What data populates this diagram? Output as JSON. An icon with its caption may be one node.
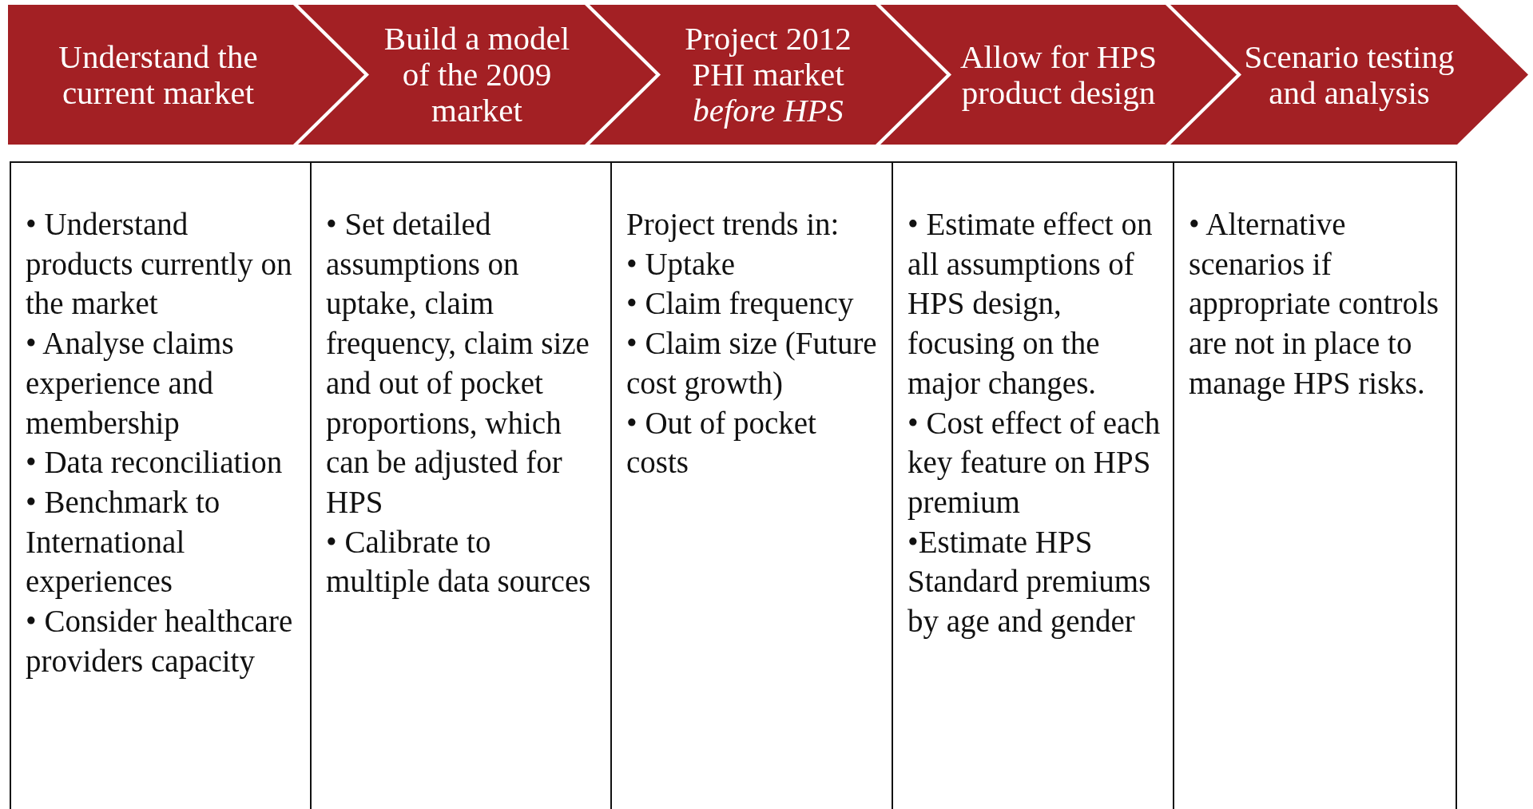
{
  "diagram": {
    "nodes": [
      {
        "text": [
          "Understand the current market"
        ]
      },
      {
        "text": [
          "Build a model of the 2009 market"
        ]
      },
      {
        "text": [
          "Project 2012 PHI market *before HPS*"
        ]
      },
      {
        "text": [
          "Allow for HPS product design"
        ]
      },
      {
        "text": [
          "Scenario testing and analysis"
        ]
      },
      {
        "text": [
          "• Understand products currently on the market",
          "• Analyse claims experience and membership",
          "• Data reconciliation",
          "• Benchmark to International experiences",
          "• Consider healthcare providers capacity"
        ]
      },
      {
        "text": [
          "• Set detailed assumptions on uptake, claim frequency, claim size and out of pocket proportions, which can be adjusted for HPS",
          "• Calibrate to multiple data sources"
        ]
      },
      {
        "text": [
          "Project trends in:",
          "• Uptake",
          "• Claim frequency",
          "• Claim size (Future cost growth)",
          "• Out of pocket costs"
        ]
      },
      {
        "text": [
          "• Estimate effect on all assumptions of HPS design, focusing on the major changes.",
          "• Cost effect of each key feature on HPS premium",
          "•Estimate HPS Standard premiums by age and gender"
        ]
      },
      {
        "text": [
          "• Alternative scenarios if appropriate controls are not in place to manage HPS risks."
        ]
      }
    ]
  }
}
